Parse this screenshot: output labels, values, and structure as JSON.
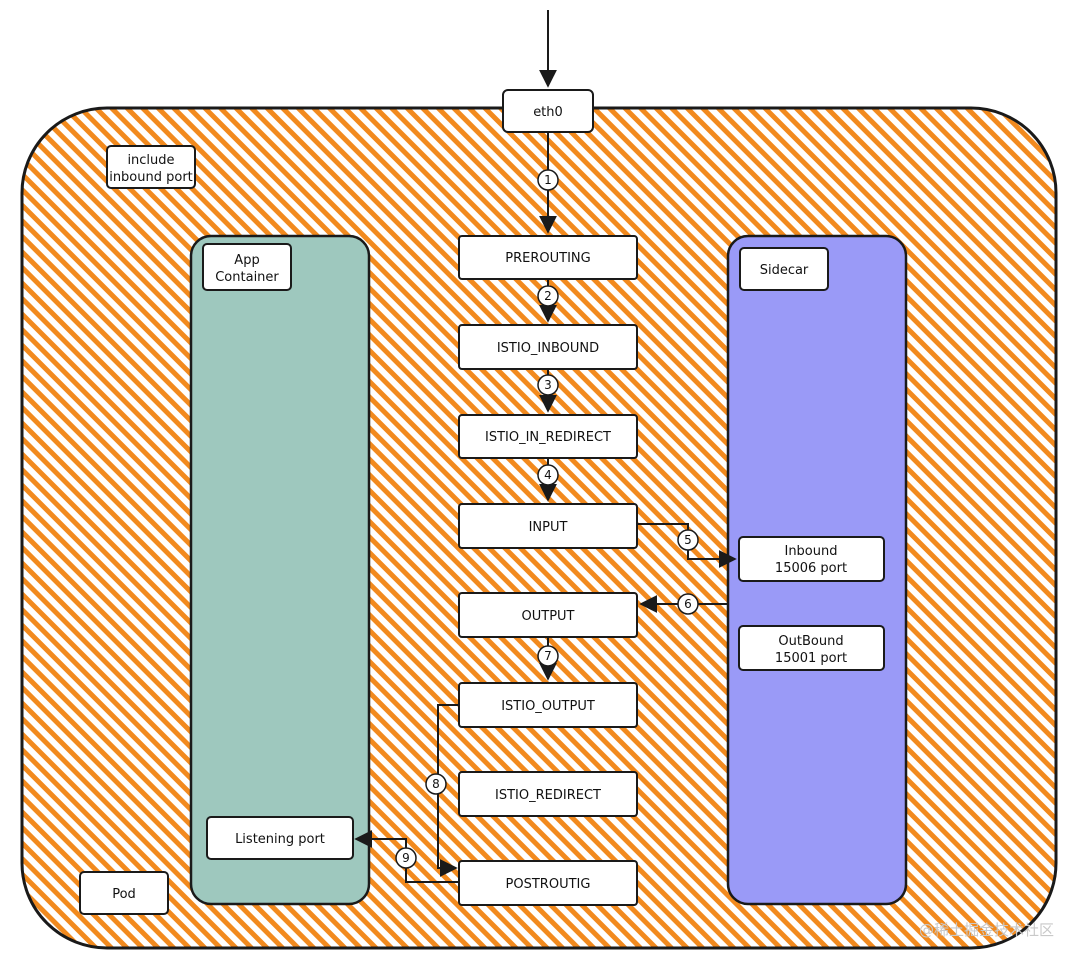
{
  "diagram": {
    "colors": {
      "pod_hatch": "#f28a1e",
      "app_container_fill": "#9ec8be",
      "sidecar_fill": "#9a9af7",
      "box_fill": "#ffffff",
      "stroke": "#1a1a1a"
    },
    "labels": {
      "eth0": "eth0",
      "include_inbound_line1": "include",
      "include_inbound_line2": "inbound port",
      "pod": "Pod",
      "app_container_line1": "App",
      "app_container_line2": "Container",
      "listening_port": "Listening port",
      "sidecar": "Sidecar",
      "inbound_line1": "Inbound",
      "inbound_line2": "15006 port",
      "outbound_line1": "OutBound",
      "outbound_line2": "15001 port",
      "prerouting": "PREROUTING",
      "istio_inbound": "ISTIO_INBOUND",
      "istio_in_redirect": "ISTIO_IN_REDIRECT",
      "input": "INPUT",
      "output": "OUTPUT",
      "istio_output": "ISTIO_OUTPUT",
      "istio_redirect": "ISTIO_REDIRECT",
      "postroutig": "POSTROUTIG"
    },
    "steps": [
      "1",
      "2",
      "3",
      "4",
      "5",
      "6",
      "7",
      "8",
      "9"
    ],
    "watermark": "@稀土掘金技术社区"
  }
}
